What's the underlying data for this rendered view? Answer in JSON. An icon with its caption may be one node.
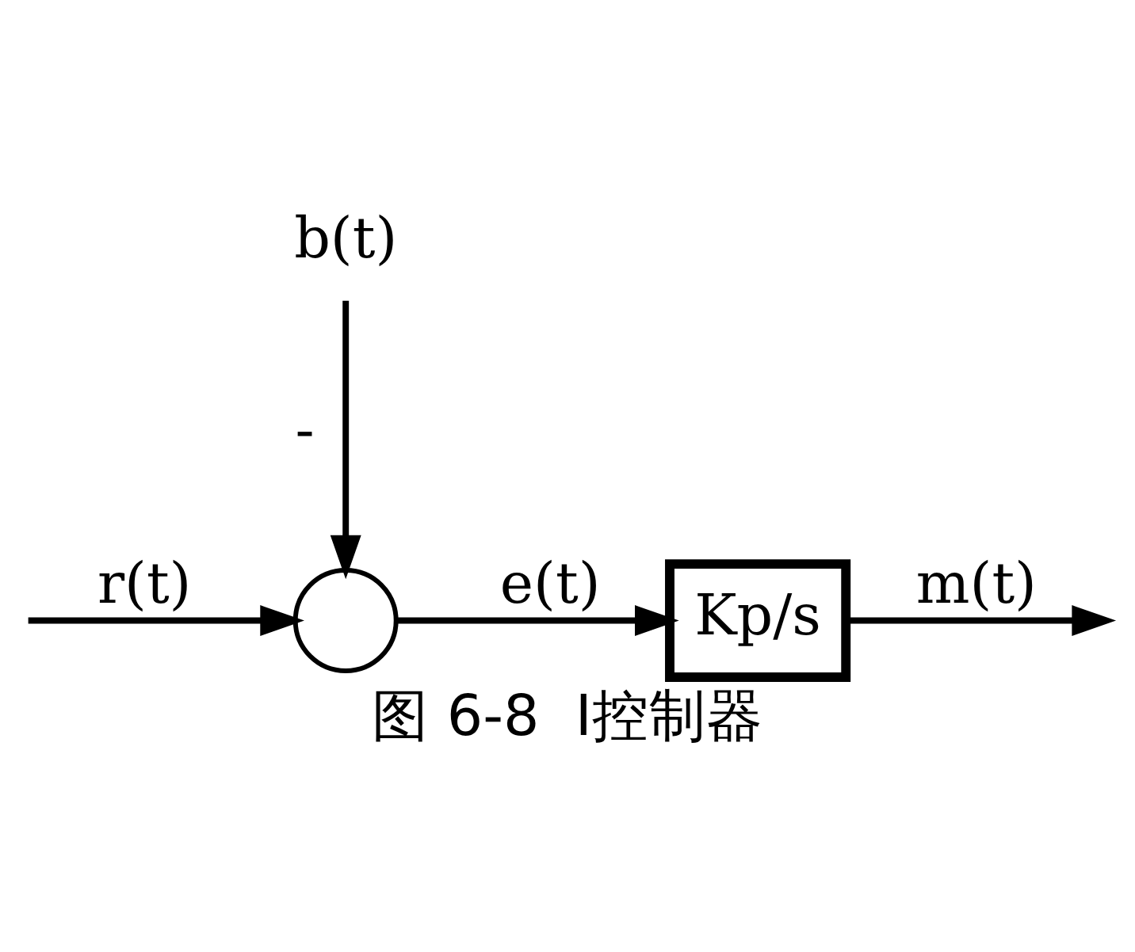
{
  "diagram": {
    "caption": "图 6-8  I控制器",
    "nodes": [
      {
        "text": [],
        "shape": "circle"
      },
      {
        "text": [
          "Kp/s"
        ]
      },
      {
        "text": [
          "b(t)"
        ]
      }
    ],
    "edges": [
      {
        "from": null,
        "to": 0,
        "arrow": "to",
        "label": "r(t)"
      },
      {
        "from": 0,
        "to": 1,
        "arrow": "to",
        "label": "e(t)"
      },
      {
        "from": 1,
        "to": null,
        "arrow": "to",
        "label": "m(t)"
      },
      {
        "from": 2,
        "to": 0,
        "arrow": "to",
        "label": "-"
      }
    ]
  }
}
